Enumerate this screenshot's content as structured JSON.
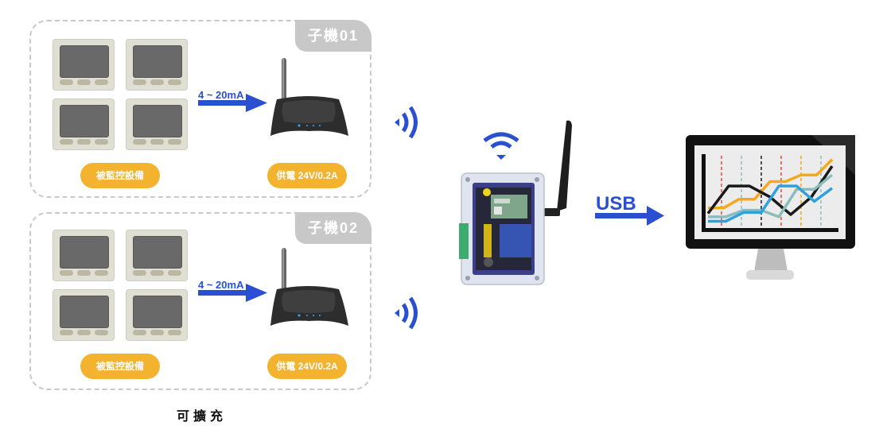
{
  "nodes": [
    {
      "tag": "子機01",
      "arrow_label": "4 ~ 20mA",
      "devices_label": "被監控設備",
      "power_label": "供電 24V/0.2A",
      "meter_count": 4
    },
    {
      "tag": "子機02",
      "arrow_label": "4 ~ 20mA",
      "devices_label": "被監控設備",
      "power_label": "供電 24V/0.2A",
      "meter_count": 4
    }
  ],
  "footer_label": "可擴充",
  "gateway": {
    "link_label": "USB"
  },
  "icons": {
    "wireless_signal": "wifi-signal-icon",
    "gateway_wifi": "wifi-icon",
    "transmitter": "wireless-router-icon",
    "meter": "panel-meter-icon",
    "receiver": "gateway-board-icon",
    "computer": "monitor-chart-icon"
  },
  "colors": {
    "accent_blue": "#2a4fd0",
    "pill_orange": "#f3b32f",
    "tag_gray": "#c8c8c8",
    "border_gray": "#c9c9c9"
  },
  "monitor_chart": {
    "series": [
      {
        "name": "orange",
        "color": "#f4a81d",
        "values": [
          1.6,
          1.6,
          2.4,
          2.4,
          4.0,
          4.0,
          4.6,
          4.6,
          6.0
        ]
      },
      {
        "name": "black",
        "color": "#1a1a1a",
        "values": [
          1.1,
          3.6,
          3.6,
          2.6,
          1.0,
          2.6,
          5.4
        ]
      },
      {
        "name": "gray",
        "color": "#8bbcbc",
        "values": [
          0.8,
          0.8,
          1.4,
          1.4,
          0.8,
          3.3,
          3.3,
          4.6
        ]
      },
      {
        "name": "blue",
        "color": "#2fa2dc",
        "values": [
          0.4,
          0.4,
          1.2,
          1.2,
          3.6,
          3.6,
          2.2,
          3.4
        ]
      }
    ],
    "guide_colors": [
      "#e24a4a",
      "#8bbcbc",
      "#1a1a1a",
      "#e24a4a",
      "#f4a81d",
      "#8bbcbc"
    ]
  }
}
